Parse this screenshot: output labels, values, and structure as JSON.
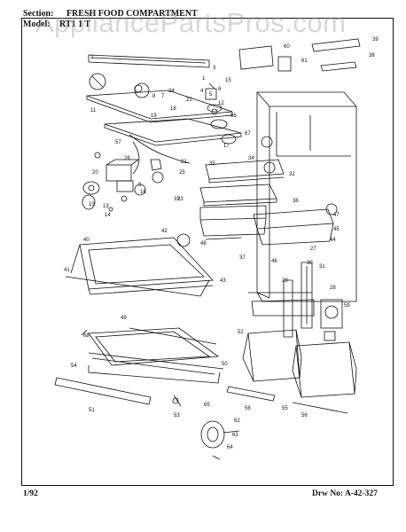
{
  "header": {
    "section_label": "Section:",
    "section_title": "FRESH FOOD COMPARTMENT",
    "model_label": "Model:",
    "model_value": "RT1 1 T"
  },
  "watermark": "AppliancePartsPros.com",
  "footer": {
    "date": "1/92",
    "drawing_no": "Drw No: A-42-327"
  },
  "part_numbers": [
    "1",
    "2",
    "3",
    "4",
    "5",
    "6",
    "7",
    "8",
    "9",
    "10",
    "11",
    "12",
    "13",
    "14",
    "15",
    "16",
    "17",
    "18",
    "19",
    "20",
    "21",
    "22",
    "23",
    "24",
    "25",
    "26",
    "27",
    "28",
    "29",
    "30",
    "31",
    "32",
    "33",
    "34",
    "35",
    "36",
    "37",
    "38",
    "39",
    "40",
    "41",
    "42",
    "43",
    "44",
    "45",
    "46",
    "47",
    "48",
    "49",
    "50",
    "51",
    "52",
    "53",
    "54",
    "55",
    "56",
    "57",
    "58",
    "59",
    "60",
    "61",
    "62",
    "63",
    "64",
    "65",
    "66",
    "67",
    "68"
  ],
  "colors": {
    "ink": "#111111",
    "paper": "#ffffff",
    "watermark": "#969696"
  }
}
